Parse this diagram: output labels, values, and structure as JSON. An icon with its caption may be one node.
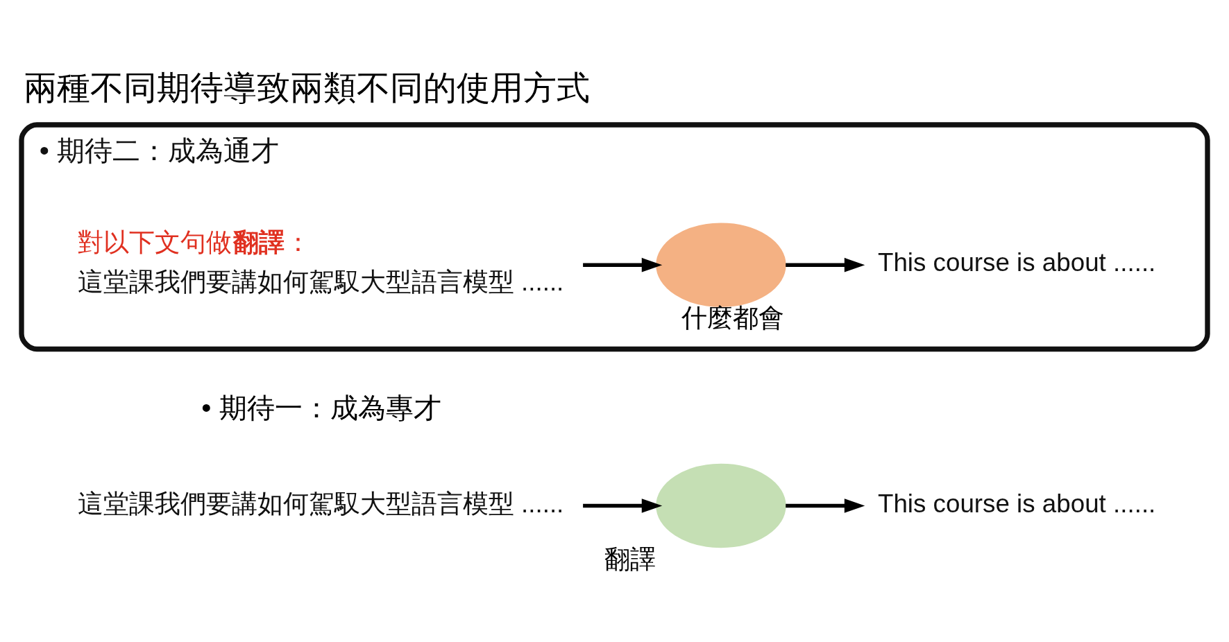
{
  "diagram": {
    "title": "兩種不同期待導致兩類不同的使用方式",
    "nodes": [
      {
        "text": [
          "這堂課我們要講如何駕馭大型語言模型 ......"
        ]
      },
      {
        "text": [],
        "shape": "circle",
        "beside": [
          "翻譯"
        ]
      },
      {
        "text": [
          "This course is about ......"
        ]
      },
      {
        "text": [
          "• 期待二：成為通才"
        ]
      },
      {
        "text": [
          "對以下文句做**翻譯**：",
          "這堂課我們要講如何駕馭大型語言模型 ......"
        ],
        "in": 3
      },
      {
        "text": [],
        "shape": "circle",
        "beside": [
          "什麼都會"
        ],
        "in": 3
      },
      {
        "text": [
          "This course is about ......"
        ],
        "in": 3
      }
    ],
    "edges": [
      {
        "from": 0,
        "to": 1,
        "arrow": "to"
      },
      {
        "from": 1,
        "to": 2,
        "arrow": "to"
      },
      {
        "from": 4,
        "to": 5,
        "arrow": "to"
      },
      {
        "from": 5,
        "to": 6,
        "arrow": "to"
      }
    ],
    "labels": [
      "• 期待一：成為專才"
    ]
  }
}
